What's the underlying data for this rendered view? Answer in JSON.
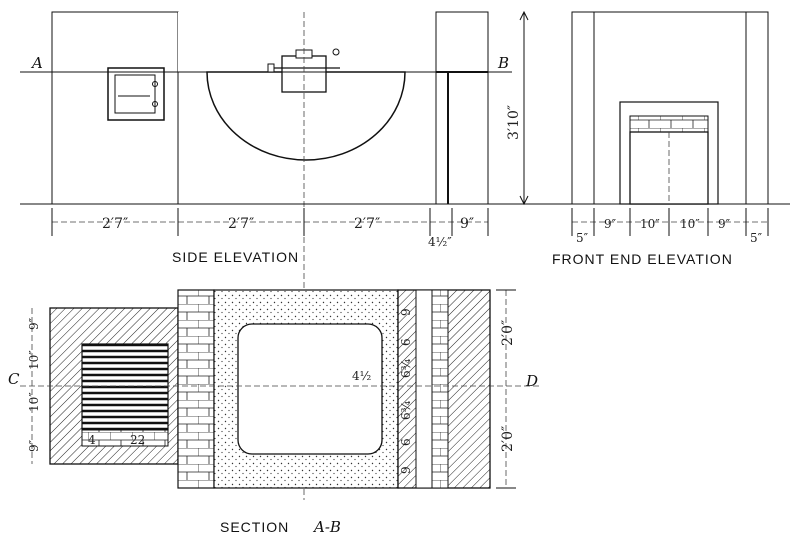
{
  "captions": {
    "side": "SIDE ELEVATION",
    "front": "FRONT END ELEVATION",
    "section": "SECTION"
  },
  "section_letters": "A-B",
  "markers": {
    "a": "A",
    "b": "B",
    "c": "C",
    "d": "D"
  },
  "side_dims": {
    "d1": "2′7″",
    "d2": "2′7″",
    "d3": "2′7″",
    "d4": "4½″",
    "d5": "9″",
    "height": "3′10″"
  },
  "front_dims": {
    "d1": "5″",
    "d2": "9″",
    "d3": "10″",
    "d4": "10″",
    "d5": "9″",
    "d6": "5″"
  },
  "section_dims": {
    "left": [
      "9″",
      "10″",
      "10″",
      "9″"
    ],
    "grate": "22",
    "grate_small": "4",
    "center": "4½",
    "right_small": [
      "9",
      "6",
      "6¾",
      "6¾",
      "6",
      "9"
    ],
    "right": [
      "2′0″",
      "2′0″"
    ]
  }
}
